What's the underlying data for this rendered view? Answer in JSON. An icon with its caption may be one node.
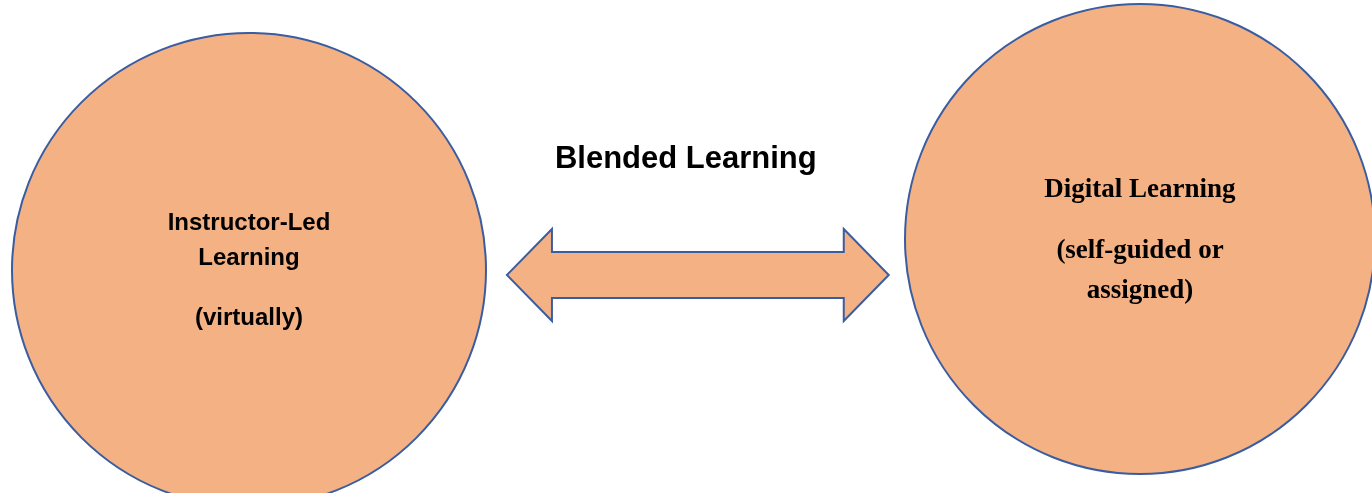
{
  "diagram": {
    "nodes": [
      {
        "text": [
          "Instructor-Led Learning",
          "(virtually)"
        ]
      },
      {
        "text": [
          "Digital Learning",
          "(self-guided or assigned)"
        ]
      }
    ],
    "edges": [
      {
        "from": 0,
        "to": 1,
        "arrow": "both",
        "label": "Blended Learning"
      }
    ]
  }
}
